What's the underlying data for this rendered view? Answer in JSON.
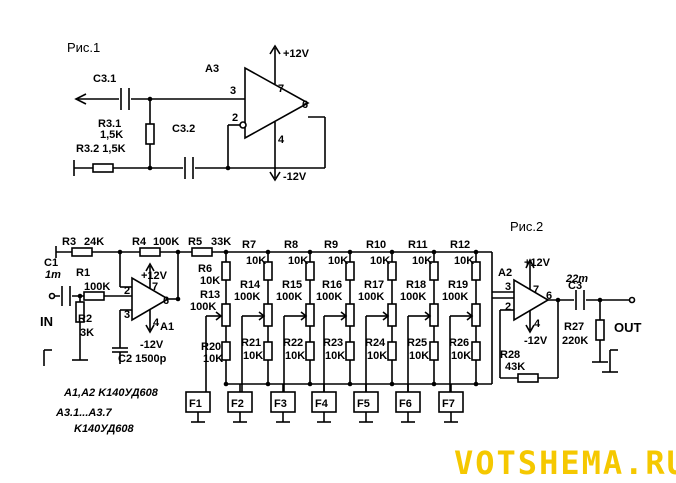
{
  "fig1": {
    "title": "Рис.1",
    "opamp": "A3",
    "vcc_plus": "+12V",
    "vcc_minus": "-12V",
    "pins": {
      "p3": "3",
      "p7": "7",
      "p2": "2",
      "p6": "6",
      "p4": "4"
    },
    "c31": "C3.1",
    "c32": "C3.2",
    "r31_name": "R3.1",
    "r31_val": "1,5K",
    "r32": "R3.2 1,5K"
  },
  "fig2": {
    "title": "Рис.2",
    "top_res": [
      {
        "name": "R3",
        "val": "24K"
      },
      {
        "name": "R4",
        "val": "100K"
      },
      {
        "name": "R5",
        "val": "33K"
      }
    ],
    "c1_name": "C1",
    "c1_val": "1m",
    "r1_name": "R1",
    "r1_val": "100K",
    "r2_name": "R2",
    "r2_val": "3K",
    "in_label": "IN",
    "a1": {
      "name": "A1",
      "vplus": "+12V",
      "vminus": "-12V",
      "pin2": "2",
      "pin3": "3",
      "pin7": "7",
      "pin6": "6",
      "pin4": "4"
    },
    "c2": "C2 1500p",
    "r6_name": "R6",
    "r6_val": "10K",
    "r13_name": "R13",
    "r13_val": "100K",
    "r20_name": "R20",
    "r20_val": "10K",
    "top_names": [
      "R7",
      "R8",
      "R9",
      "R10",
      "R11",
      "R12"
    ],
    "top_vals": [
      "10K",
      "10K",
      "10K",
      "10K",
      "10K",
      "10K"
    ],
    "pot_names": [
      "R14",
      "R15",
      "R16",
      "R17",
      "R18",
      "R19"
    ],
    "pot_vals": [
      "100K",
      "100K",
      "100K",
      "100K",
      "100K",
      "100K"
    ],
    "bot_names": [
      "R21",
      "R22",
      "R23",
      "R24",
      "R25",
      "R26"
    ],
    "bot_vals": [
      "10K",
      "10K",
      "10K",
      "10K",
      "10K",
      "10K"
    ],
    "filters": [
      "F1",
      "F2",
      "F3",
      "F4",
      "F5",
      "F6",
      "F7"
    ],
    "a2": {
      "name": "A2",
      "vplus": "+12V",
      "vminus": "-12V",
      "pin3": "3",
      "pin2": "2",
      "pin7": "7",
      "pin6": "6",
      "pin4": "4"
    },
    "c3_name": "C3",
    "c3_val": "22m",
    "r27_name": "R27",
    "r27_val": "220K",
    "r28_name": "R28",
    "r28_val": "43K",
    "out_label": "OUT",
    "notes": [
      "A1,A2 K140УД608",
      "A3.1...A3.7",
      "K140УД608"
    ]
  },
  "watermark": "VOTSHEMA.RU"
}
